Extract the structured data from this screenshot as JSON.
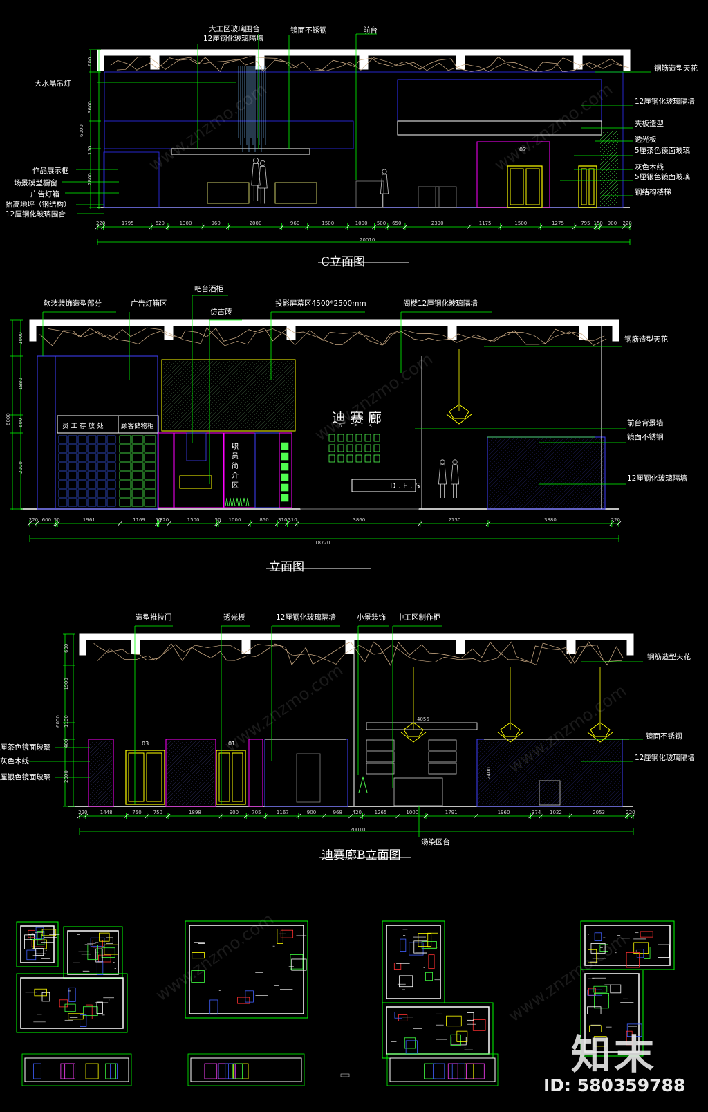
{
  "sheet_c": {
    "title": "C立面图",
    "top_labels": [
      "大工区玻璃围合",
      "12厘钢化玻璃隔墙",
      "镜面不锈钢",
      "前台"
    ],
    "left_labels": [
      "大水晶吊灯",
      "作品展示框",
      "场景模型橱窗",
      "广告灯箱",
      "抬高地坪（钢结构）",
      "12厘钢化玻璃围合"
    ],
    "right_labels": [
      "钢筋造型天花",
      "12厘钢化玻璃隔墙",
      "夹板造型",
      "透光板",
      "5厘茶色镜面玻璃",
      "灰色木线",
      "5厘银色镜面玻璃",
      "钢结构楼梯"
    ],
    "door_number": "02",
    "vertical_dims": [
      "600",
      "3600",
      "6000",
      "150",
      "2800"
    ],
    "bottom_dims": [
      "220",
      "1795",
      "620",
      "1300",
      "960",
      "2000",
      "960",
      "1500",
      "1000",
      "500",
      "650",
      "2390",
      "1175",
      "1500",
      "1275",
      "795",
      "150",
      "900",
      "220"
    ],
    "total": "20010"
  },
  "sheet_a": {
    "title": "立面图",
    "top_labels": [
      "吧台酒柜",
      "软装装饰造型部分",
      "广告灯箱区",
      "仿古砖",
      "投影屏幕区4500*2500mm",
      "阁楼12厘钢化玻璃隔墙"
    ],
    "right_labels": [
      "钢筋造型天花",
      "前台背景墙",
      "镜面不锈钢",
      "12厘钢化玻璃隔墙"
    ],
    "inner_labels": {
      "staff_storage": "员 工 存 放 处",
      "guest_storage": "顾客储物柜",
      "profile": "职员简介区",
      "brand_cn": "迪赛廊",
      "brand_en": "D . E . S",
      "reception_sign": "D . E . S"
    },
    "vertical_dims": [
      "1000",
      "1880",
      "6000",
      "600",
      "2000"
    ],
    "bottom_dims": [
      "220",
      "600",
      "50",
      "1961",
      "1169",
      "50",
      "320",
      "1500",
      "50",
      "1000",
      "850",
      "310",
      "310",
      "3860",
      "2130",
      "3880",
      "220"
    ],
    "total": "18720"
  },
  "sheet_b": {
    "title": "迪赛廊B立面图",
    "top_labels": [
      "造型推拉门",
      "透光板",
      "12厘钢化玻璃隔墙",
      "小景装饰",
      "中工区制作柜"
    ],
    "left_labels": [
      "厘茶色镜面玻璃",
      "灰色木线",
      "厘银色镜面玻璃"
    ],
    "right_labels": [
      "钢筋造型天花",
      "镜面不锈钢",
      "12厘钢化玻璃隔墙"
    ],
    "bottom_label": "汤染区台",
    "door_numbers": [
      "03",
      "01"
    ],
    "inner_dims": [
      "4056",
      "2400"
    ],
    "vertical_dims": [
      "600",
      "1900",
      "6000",
      "1100",
      "400",
      "2000"
    ],
    "bottom_dims": [
      "220",
      "1448",
      "750",
      "750",
      "1898",
      "900",
      "705",
      "1167",
      "900",
      "968",
      "420",
      "1265",
      "1000",
      "1791",
      "1960",
      "374",
      "1022",
      "2053",
      "220"
    ],
    "total": "20010"
  },
  "watermark": {
    "logo": "知末",
    "id": "ID: 580359788",
    "site": "www.znzmo.com"
  },
  "colors": {
    "background": "#000000",
    "dim_line": "#00ff00",
    "ceiling_scribble": "#c8a882",
    "wall": "#3c3cff",
    "door": "#ffff00",
    "frame": "#ff00ff",
    "glass_hatch": "#50ff50"
  }
}
